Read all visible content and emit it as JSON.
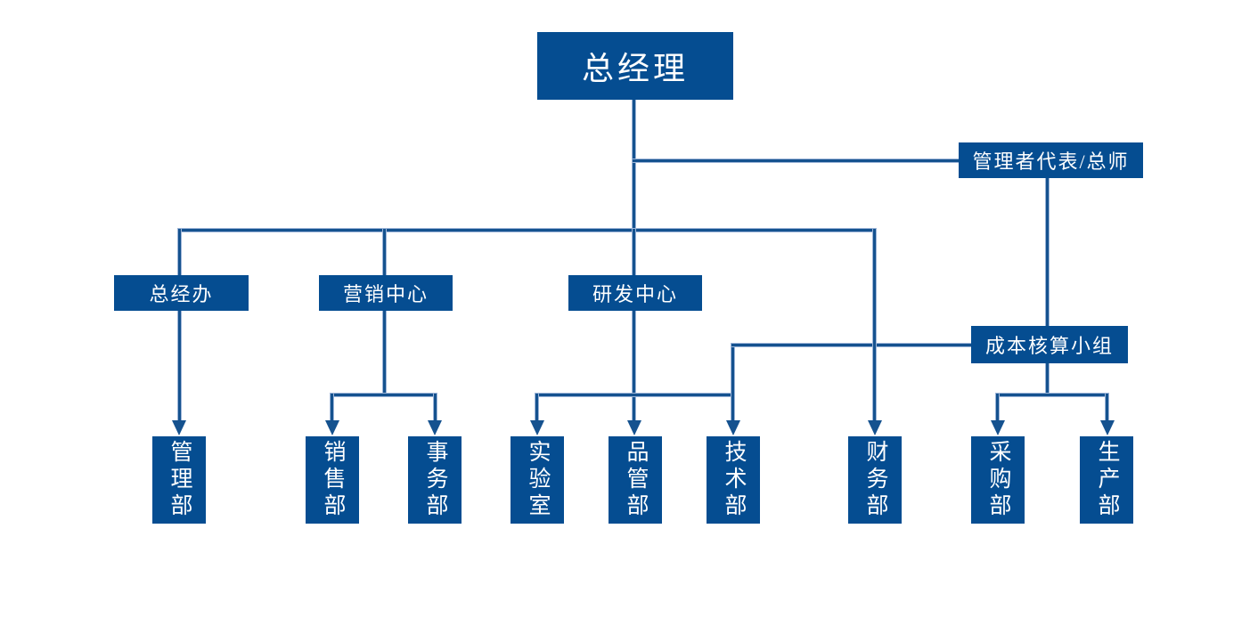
{
  "diagram": {
    "type": "org-chart",
    "nodes": {
      "general_manager": {
        "label": "总经理"
      },
      "management_rep": {
        "label": "管理者代表/总师"
      },
      "cost_accounting": {
        "label": "成本核算小组"
      },
      "gm_office": {
        "label": "总经办"
      },
      "marketing_center": {
        "label": "营销中心"
      },
      "rd_center": {
        "label": "研发中心"
      },
      "departments": [
        {
          "label": "管理部"
        },
        {
          "label": "销售部"
        },
        {
          "label": "事务部"
        },
        {
          "label": "实验室"
        },
        {
          "label": "品管部"
        },
        {
          "label": "技术部"
        },
        {
          "label": "财务部"
        },
        {
          "label": "采购部"
        },
        {
          "label": "生产部"
        }
      ]
    },
    "colors": {
      "node_fill": "#054d91",
      "node_text": "#ffffff",
      "connector": "#15528f",
      "connector_halo": "#9db5d8",
      "background": "#ffffff"
    }
  }
}
